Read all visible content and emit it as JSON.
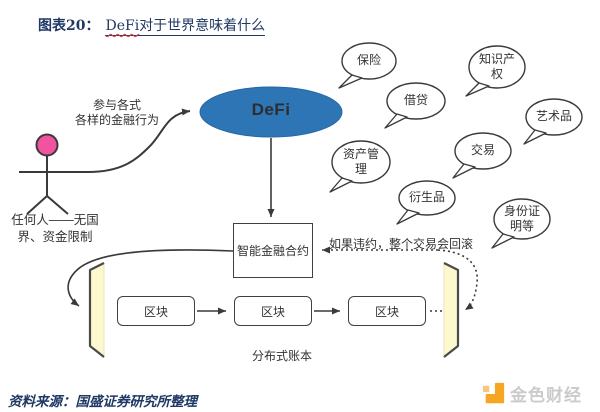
{
  "colors": {
    "line": "#3a3a3a",
    "title_navy": "#1F3864",
    "defi_fill": "#2E75B6",
    "defi_edge": "#2767A3",
    "head_fill": "#F0549F",
    "bracket_fill": "#FCF9CF",
    "logo_orange": "#F5A623",
    "logo_orange_light": "#F6C77E",
    "logo_text_gray": "#cbcbcb",
    "text_dark": "#333333"
  },
  "figure": {
    "title_prefix": "图表20：",
    "title_defi": "DeFi",
    "title_rest": "对于世界意味着什么"
  },
  "diagram": {
    "defi_label": "DeFi",
    "participate_line1": "参与各式",
    "participate_line2": "各样的金融行为",
    "person_line1": "任何人——无国",
    "person_line2": "界、资金限制",
    "contract_label": "智能金融合约",
    "rollback_note": "如果违约，整个交易会回滚",
    "ledger_label": "分布式账本",
    "bubbles": [
      "保险",
      "知识产权",
      "借贷",
      "艺术品",
      "交易",
      "资产管理",
      "衍生品",
      "身份证明等"
    ],
    "blocks": [
      "区块",
      "区块",
      "区块"
    ]
  },
  "footer": {
    "source": "资料来源：国盛证券研究所整理",
    "logo_text": "金色财经"
  }
}
